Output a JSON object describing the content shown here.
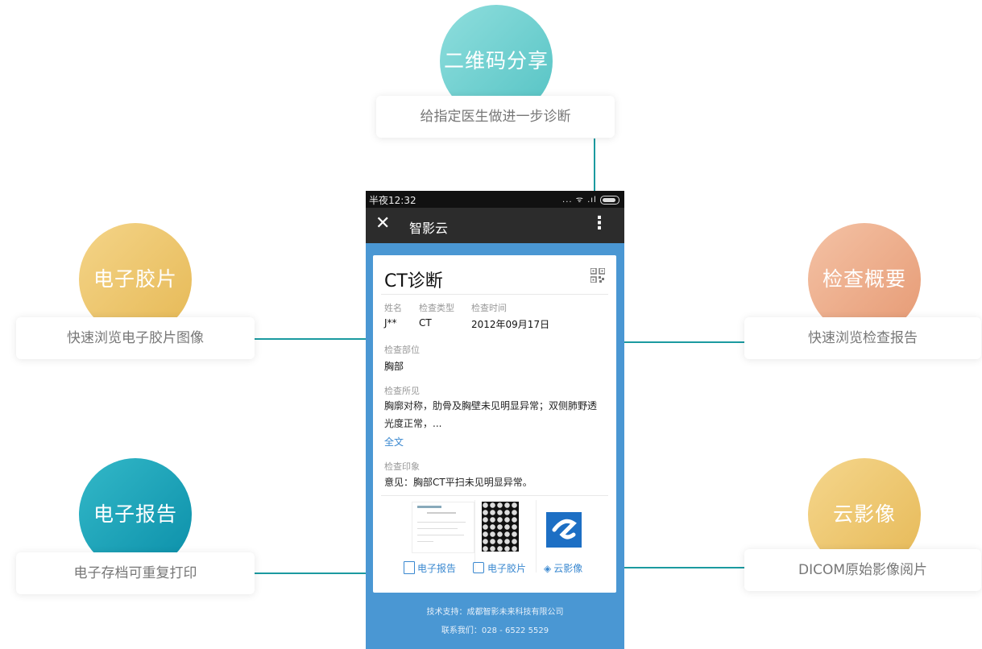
{
  "features": {
    "qr": {
      "title": "二维码分享",
      "desc": "给指定医生做进一步诊断",
      "color_from": "#7fd6d4",
      "color_to": "#5cc6c6"
    },
    "film": {
      "title": "电子胶片",
      "desc": "快速浏览电子胶片图像",
      "color_from": "#f2cf7f",
      "color_to": "#e8bb5a"
    },
    "overview": {
      "title": "检查概要",
      "desc": "快速浏览检查报告",
      "color_from": "#f2b899",
      "color_to": "#e89c78"
    },
    "report": {
      "title": "电子报告",
      "desc": "电子存档可重复打印",
      "color_from": "#27b0c2",
      "color_to": "#0f94ad"
    },
    "cloud": {
      "title": "云影像",
      "desc": "DICOM原始影像阅片",
      "color_from": "#f3d07f",
      "color_to": "#e8bc5d"
    }
  },
  "phone": {
    "status": {
      "time": "半夜12:32",
      "icons": "... ᯤ .ıl"
    },
    "nav": {
      "close": "✕",
      "title": "智影云",
      "more": "⋮"
    },
    "report": {
      "title": "CT诊断",
      "labels": {
        "name": "姓名",
        "type": "检查类型",
        "time": "检查时间",
        "part": "检查部位",
        "findings": "检查所见",
        "impression": "检查印象"
      },
      "values": {
        "name": "J**",
        "type": "CT",
        "time": "2012年09月17日",
        "part": "胸部"
      },
      "findings_line1": "胸廓对称，肋骨及胸壁未见明显异常；双侧肺野透",
      "findings_line2": "光度正常，...",
      "more_link": "全文",
      "impression": "意见：胸部CT平扫未见明显异常。",
      "buttons": {
        "report": "电子报告",
        "film": "电子胶片",
        "cloud": "云影像"
      }
    },
    "footer": {
      "support": "技术支持：成都智影未来科技有限公司",
      "contact": "联系我们：028 - 6522 5529"
    }
  },
  "colors": {
    "accent_line": "#1b9aa0",
    "phone_bg": "#4a97d3",
    "link": "#3a88d0"
  }
}
